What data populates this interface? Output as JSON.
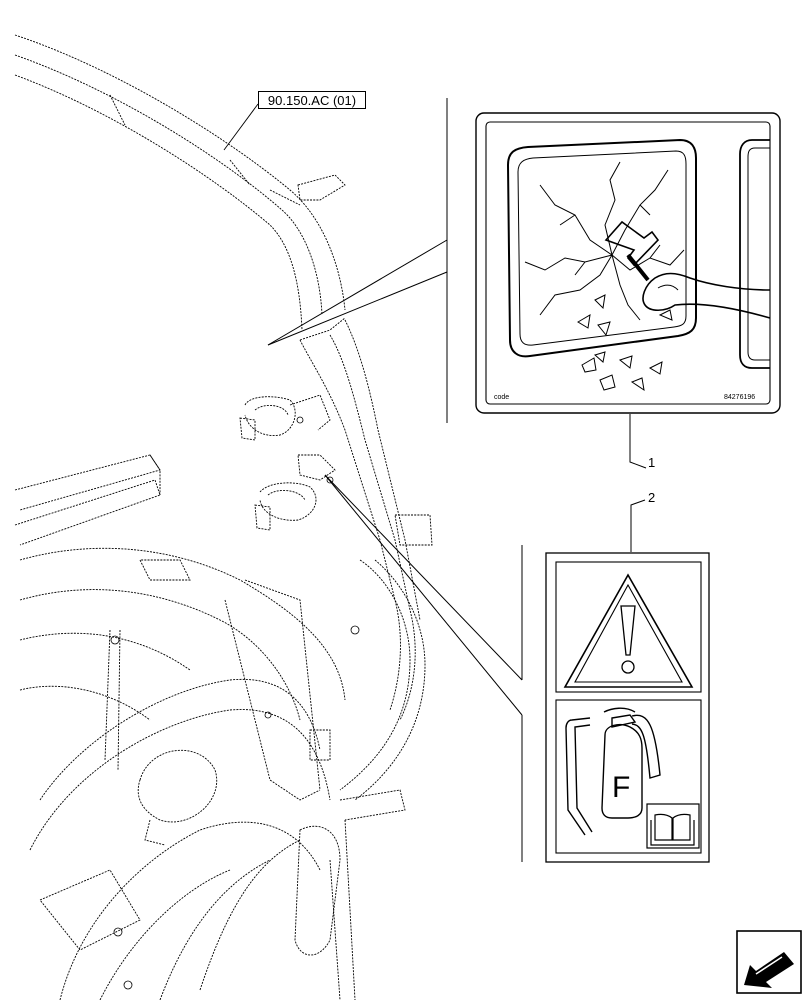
{
  "reference_label": "90.150.AC (01)",
  "callouts": [
    {
      "id": "1",
      "text": "1"
    },
    {
      "id": "2",
      "text": "2"
    }
  ],
  "decal_1": {
    "left_text": "code",
    "right_text": "84276196"
  },
  "decal_2": {
    "extinguisher_letter": "F"
  },
  "icons": {
    "warning": "warning-triangle-icon",
    "extinguisher": "fire-extinguisher-icon",
    "manual": "open-book-icon",
    "navigation": "previous-arrow-icon"
  }
}
